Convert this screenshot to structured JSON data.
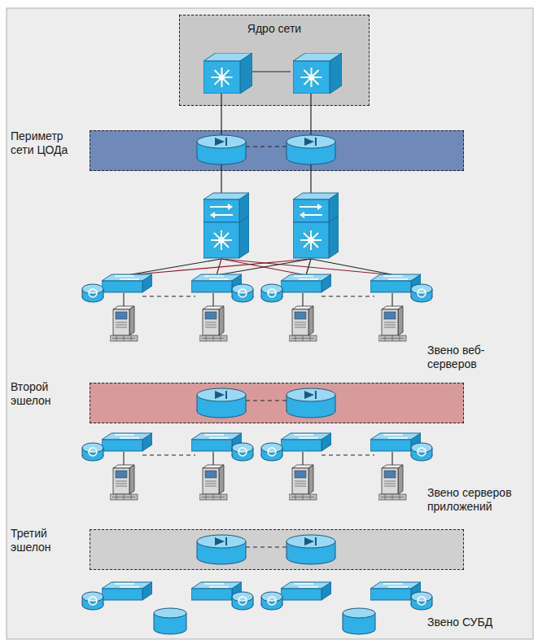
{
  "diagram": {
    "nodes": [
      {
        "text": [
          "Ядро сети"
        ]
      },
      {
        "text": [
          "Периметр сети ЦОДа"
        ]
      },
      {
        "text": [
          "Второй эшелон"
        ]
      },
      {
        "text": [
          "Третий эшелон"
        ]
      }
    ],
    "edges": [
      {
        "from": 0,
        "to": 1,
        "arrow": "none"
      },
      {
        "from": 0,
        "to": 1,
        "arrow": "none"
      }
    ],
    "labels": [
      "Звено веб-серверов",
      "Звено серверов приложений",
      "Звено СУБД"
    ]
  }
}
